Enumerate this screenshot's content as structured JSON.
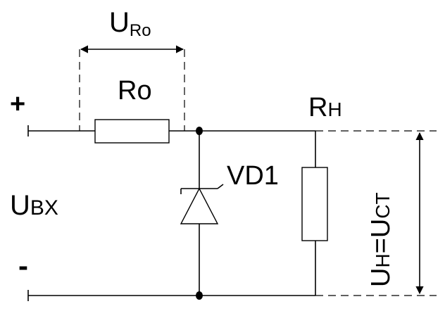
{
  "labels": {
    "u_ro_main": "U",
    "u_ro_sub": "Ro",
    "ro": "Ro",
    "plus": "+",
    "minus": "-",
    "u_in_main": "U",
    "u_in_sub": "BX",
    "vd1": "VD1",
    "rh_main": "R",
    "rh_sub": "H",
    "u_out_main": "U",
    "u_out_sub1": "H",
    "u_out_eq": "=U",
    "u_out_sub2": "CT"
  }
}
